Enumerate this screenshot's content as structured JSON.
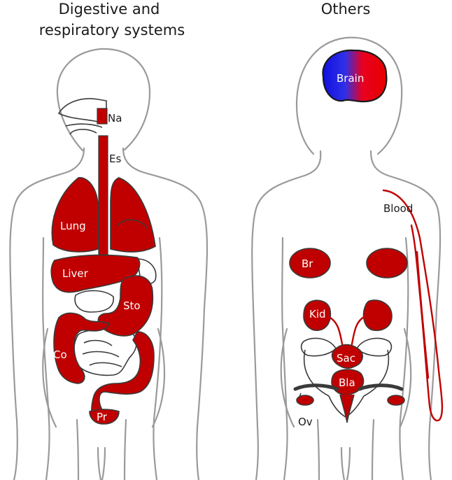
{
  "panels": {
    "left": {
      "title_line1": "Digestive and",
      "title_line2": "respiratory systems"
    },
    "right": {
      "title": "Others"
    }
  },
  "labels": {
    "na": "Na",
    "es": "Es",
    "lung": "Lung",
    "liver": "Liver",
    "sto": "Sto",
    "co": "Co",
    "pr": "Pr",
    "brain": "Brain",
    "blood": "Blood",
    "br": "Br",
    "kid": "Kid",
    "sac": "Sac",
    "bla": "Bla",
    "ov": "Ov"
  },
  "colors": {
    "organ_red": "#c00000",
    "outline_gray": "#9a9a9a",
    "brain_gradient_start": "#1010e0",
    "brain_gradient_end": "#e80000",
    "background": "#ffffff"
  }
}
